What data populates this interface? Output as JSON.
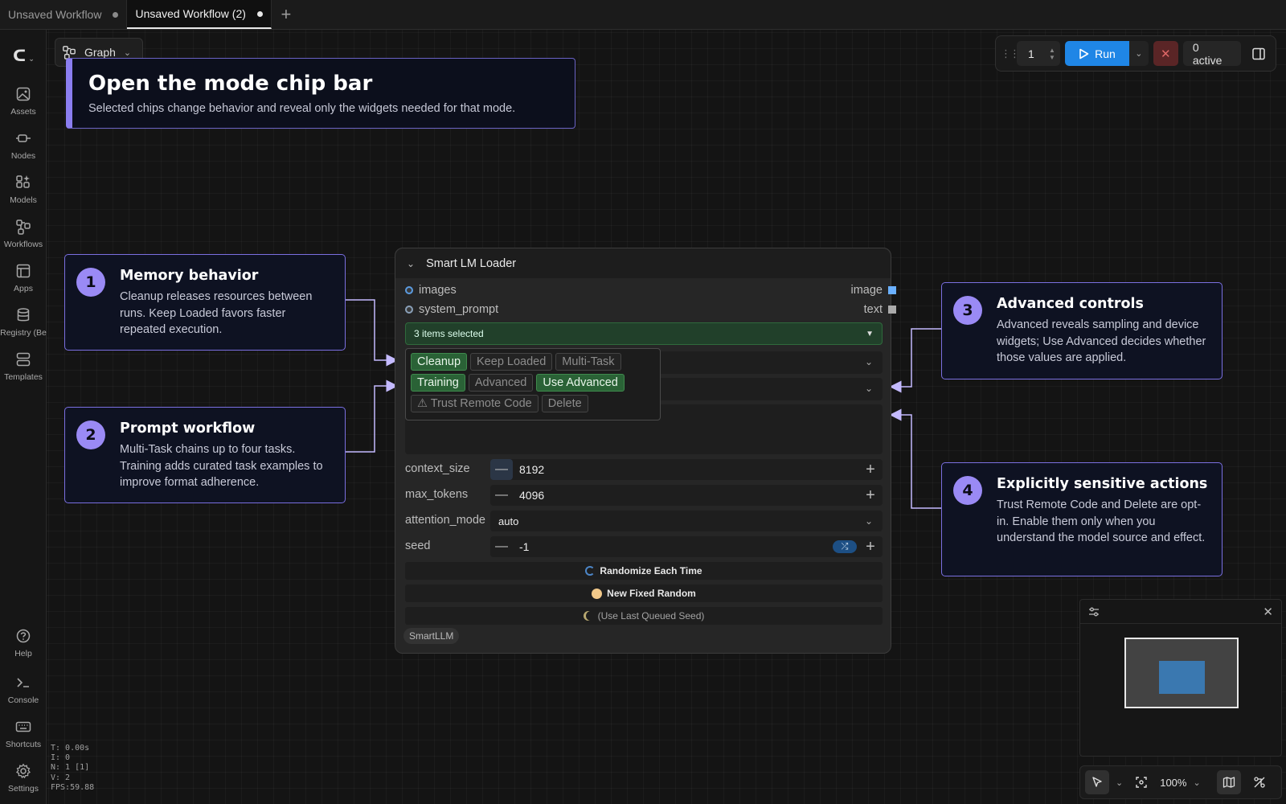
{
  "tabs": [
    {
      "label": "Unsaved Workflow",
      "active": false
    },
    {
      "label": "Unsaved Workflow (2)",
      "active": true
    }
  ],
  "sidebar": {
    "items": [
      {
        "label": "Assets",
        "icon": "image-icon"
      },
      {
        "label": "Nodes",
        "icon": "node-icon"
      },
      {
        "label": "Models",
        "icon": "models-icon"
      },
      {
        "label": "Workflows",
        "icon": "workflow-icon"
      },
      {
        "label": "Apps",
        "icon": "apps-icon"
      },
      {
        "label": "Registry (Be",
        "icon": "database-icon"
      },
      {
        "label": "Templates",
        "icon": "templates-icon"
      }
    ],
    "bottom": [
      {
        "label": "Help",
        "icon": "help-icon"
      },
      {
        "label": "Console",
        "icon": "terminal-icon"
      },
      {
        "label": "Shortcuts",
        "icon": "keyboard-icon"
      },
      {
        "label": "Settings",
        "icon": "gear-icon"
      }
    ],
    "stats": [
      "T: 0.00s",
      "I: 0",
      "N: 1 [1]",
      "V: 2",
      "FPS:59.88"
    ]
  },
  "graph": {
    "label": "Graph"
  },
  "runbar": {
    "queue_count": "1",
    "run_label": "Run",
    "active_label": "0 active"
  },
  "banner": {
    "title": "Open the mode chip bar",
    "text": "Selected chips change behavior and reveal only the widgets needed for that mode."
  },
  "callouts": [
    {
      "num": "1",
      "title": "Memory behavior",
      "text": "Cleanup releases resources between runs. Keep Loaded favors faster repeated execution."
    },
    {
      "num": "2",
      "title": "Prompt workflow",
      "text": "Multi-Task chains up to four tasks. Training adds curated task examples to improve format adherence."
    },
    {
      "num": "3",
      "title": "Advanced controls",
      "text": "Advanced reveals sampling and device widgets; Use Advanced decides whether those values are applied."
    },
    {
      "num": "4",
      "title": "Explicitly sensitive actions",
      "text": "Trust Remote Code and Delete are opt-in. Enable them only when you understand the model source and effect."
    }
  ],
  "node": {
    "title": "Smart LM Loader",
    "inputs": [
      "images",
      "system_prompt"
    ],
    "outputs": [
      "image",
      "text"
    ],
    "selected_label": "3 items selected",
    "chips": [
      [
        {
          "label": "Cleanup",
          "on": true
        },
        {
          "label": "Keep Loaded",
          "on": false
        },
        {
          "label": "Multi-Task",
          "on": false
        }
      ],
      [
        {
          "label": "Training",
          "on": true
        },
        {
          "label": "Advanced",
          "on": false
        },
        {
          "label": "Use Advanced",
          "on": true
        }
      ],
      [
        {
          "label": "⚠ Trust Remote Code",
          "on": false
        },
        {
          "label": "Delete",
          "on": false
        }
      ]
    ],
    "params": {
      "context_size": {
        "name": "context_size",
        "value": "8192"
      },
      "max_tokens": {
        "name": "max_tokens",
        "value": "4096"
      },
      "attention_mode": {
        "name": "attention_mode",
        "value": "auto"
      },
      "seed": {
        "name": "seed",
        "value": "-1"
      }
    },
    "buttons": {
      "randomize": "Randomize Each Time",
      "new_fixed": "New Fixed Random",
      "last_queued": "(Use Last Queued Seed)"
    },
    "badge": "SmartLLM"
  },
  "zoom": {
    "level": "100%"
  },
  "colors": {
    "accent": "#8b7ef0",
    "run": "#1f86e6",
    "chip_on": "#2a6236"
  }
}
